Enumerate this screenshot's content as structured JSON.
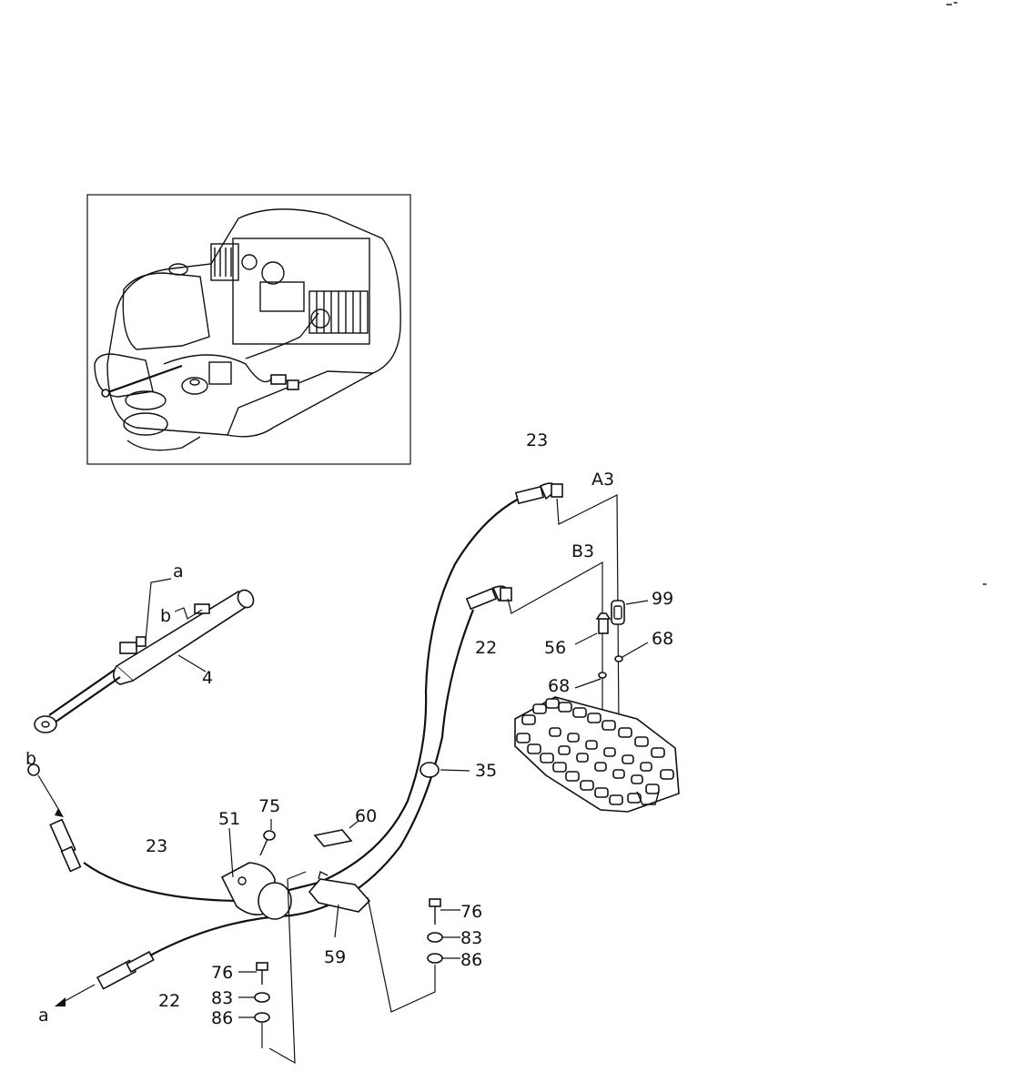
{
  "labels": {
    "l23_top": "23",
    "lA3": "A3",
    "lB3": "B3",
    "l99": "99",
    "l68_right": "68",
    "l22_top": "22",
    "l56": "56",
    "l68_mid": "68",
    "la_top": "a",
    "lb_top": "b",
    "l4": "4",
    "lb_left": "b",
    "l35": "35",
    "l60": "60",
    "l51": "51",
    "l75": "75",
    "l23_left": "23",
    "l76_right": "76",
    "l83_right": "83",
    "l86_right": "86",
    "l59": "59",
    "l76_left": "76",
    "l83_left": "83",
    "l86_left": "86",
    "l22_bottom": "22",
    "la_bottom": "a"
  }
}
